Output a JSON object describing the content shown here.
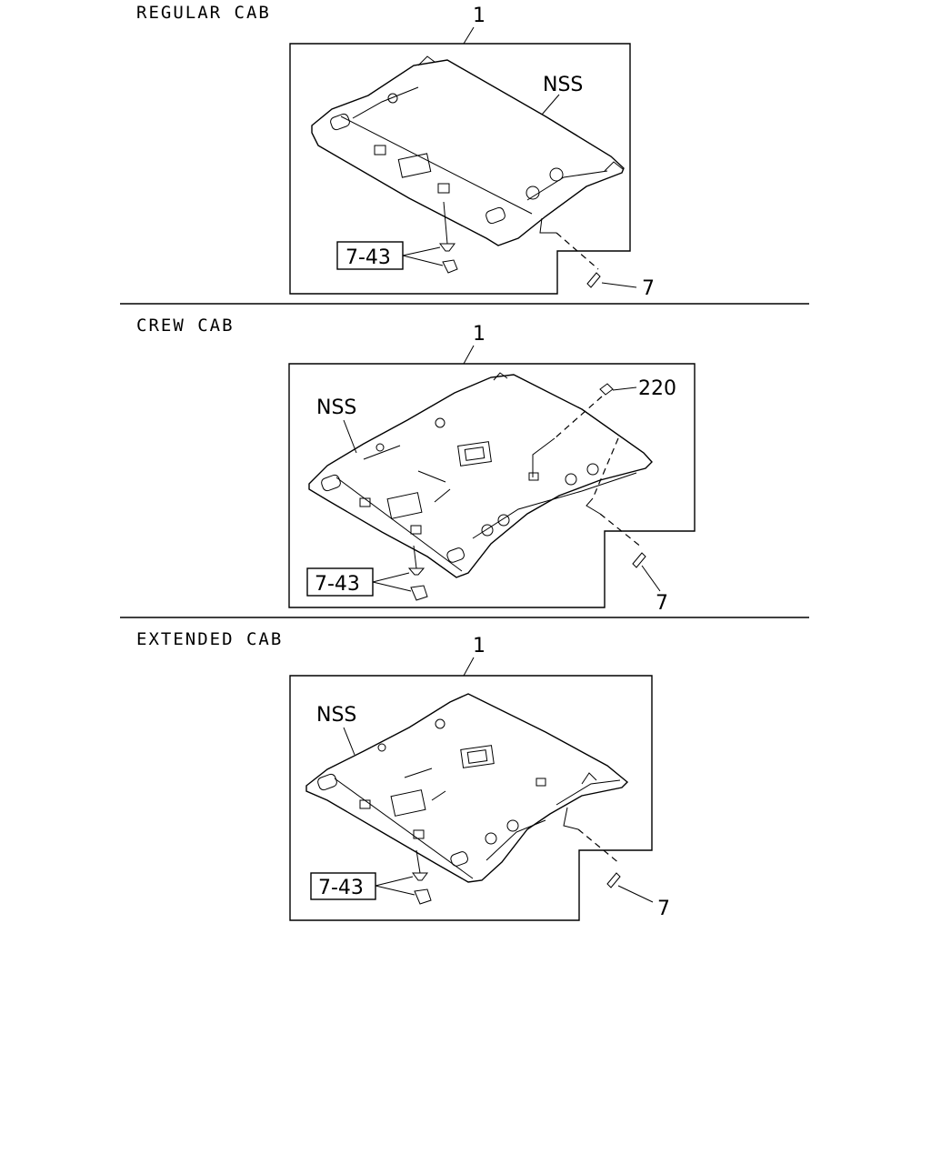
{
  "sections": [
    {
      "title": "REGULAR CAB",
      "part_number": "1",
      "nss_label": "NSS",
      "ref_box_label": "7-43",
      "screw_label": "7"
    },
    {
      "title": "CREW CAB",
      "part_number": "1",
      "nss_label": "NSS",
      "ref_box_label": "7-43",
      "screw_label": "7",
      "clip_label": "220"
    },
    {
      "title": "EXTENDED CAB",
      "part_number": "1",
      "nss_label": "NSS",
      "ref_box_label": "7-43",
      "screw_label": "7"
    }
  ]
}
